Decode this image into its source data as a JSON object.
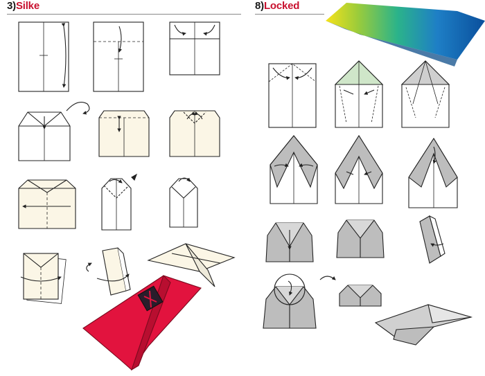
{
  "sections": {
    "silke": {
      "number": "3)",
      "name": "Silke"
    },
    "locked": {
      "number": "8)",
      "name": "Locked"
    }
  },
  "colors": {
    "accent": "#c8102e",
    "paper": "#fbf6e6",
    "grey": "#bdbdbd",
    "green_flap": "#cfe6c9",
    "red_plane": "#e2133e"
  }
}
